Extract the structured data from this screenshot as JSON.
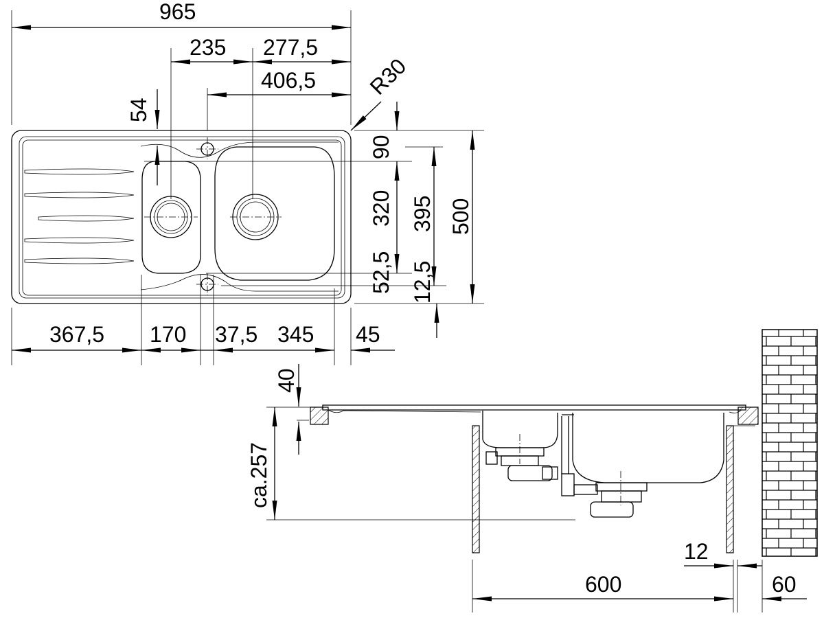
{
  "top_view": {
    "labels": {
      "overall_length": "965",
      "drain_hole_offset": "235",
      "right_offset": "277,5",
      "tap_offset": "406,5",
      "corner_radius": "R30",
      "top_offset": "54",
      "top_rim": "90",
      "bowl_depth": "320",
      "inner_depth": "395",
      "overall_width": "500",
      "bottom_rim_a": "52,5",
      "bottom_rim_b": "12,5",
      "drainer_length": "367,5",
      "small_bowl": "170",
      "divider": "37,5",
      "large_bowl": "345",
      "right_rim": "45"
    }
  },
  "side_view": {
    "labels": {
      "rim_thickness": "40",
      "depth": "ca.257",
      "cabinet_width": "600",
      "panel_thickness": "12",
      "wall_gap": "60"
    }
  }
}
